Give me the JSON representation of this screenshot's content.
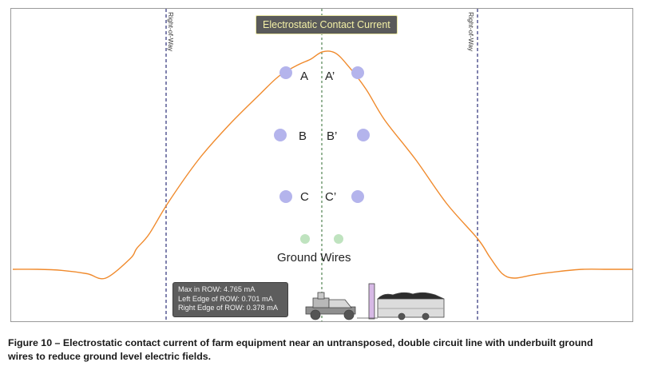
{
  "chart_data": {
    "type": "line",
    "title": "Electrostatic Contact Current",
    "x_range": [
      0,
      1
    ],
    "series": [
      {
        "x": [
          0.0,
          0.04,
          0.08,
          0.12,
          0.15,
          0.19,
          0.2,
          0.22,
          0.25,
          0.3,
          0.35,
          0.4,
          0.43,
          0.46,
          0.48,
          0.5,
          0.52,
          0.54,
          0.57,
          0.6,
          0.65,
          0.7,
          0.75,
          0.77,
          0.79,
          0.81,
          0.84,
          0.88,
          0.92,
          0.96,
          1.0
        ],
        "y": [
          0.0,
          0.0,
          -0.005,
          -0.02,
          -0.04,
          0.05,
          0.095,
          0.16,
          0.3,
          0.5,
          0.66,
          0.8,
          0.88,
          0.93,
          0.955,
          0.99,
          0.985,
          0.93,
          0.82,
          0.68,
          0.5,
          0.3,
          0.14,
          0.055,
          -0.02,
          -0.04,
          -0.025,
          -0.01,
          0.0,
          0.0,
          0.0
        ]
      }
    ],
    "annotations": {
      "right_of_way_label": "Right-of-Way",
      "phase_labels": [
        "A",
        "A’",
        "B",
        "B’",
        "C",
        "C’"
      ],
      "ground_label": "Ground Wires"
    },
    "stats": {
      "max_in_row": "Max in ROW: 4.765 mA",
      "left_edge": "Left Edge of ROW: 0.701 mA",
      "right_edge": "Right Edge of ROW: 0.378 mA"
    },
    "colors": {
      "curve": "#f08a2c",
      "row_line": "#2c2f78",
      "center_line": "#2d6a2d",
      "conductor": "#b4b4ec",
      "ground_wire": "#bfe3bf",
      "badge_text": "#f3f0a6"
    }
  },
  "caption": {
    "line1": "Figure 10 – Electrostatic contact current of farm equipment near an untransposed, double circuit line with underbuilt ground",
    "line2": "wires to reduce ground level electric fields."
  }
}
